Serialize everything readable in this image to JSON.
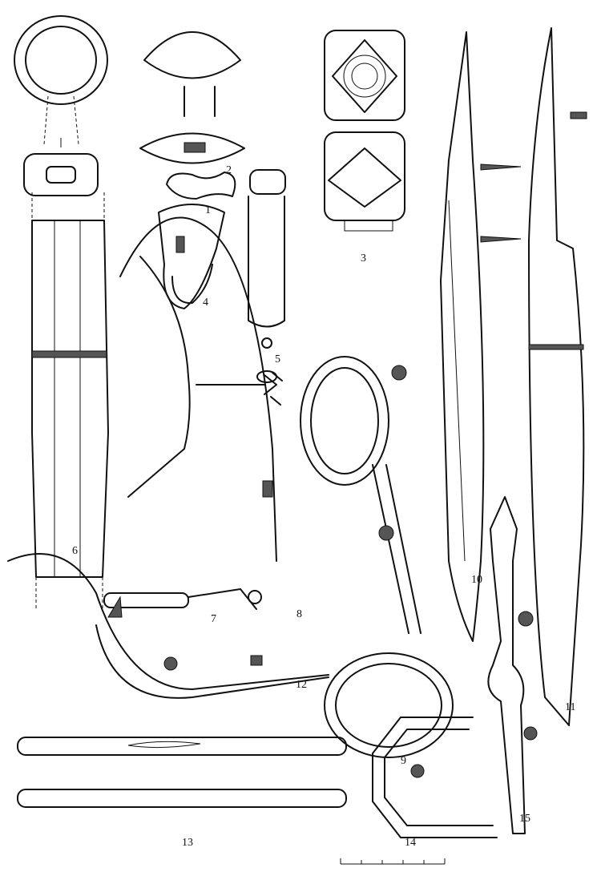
{
  "figure_labels": [
    "1",
    "2",
    "3",
    "4",
    "5",
    "6",
    "7",
    "8",
    "9",
    "10",
    "11",
    "12",
    "13",
    "14",
    "15"
  ],
  "colors": {
    "ink": "#111111",
    "paper": "#ffffff"
  }
}
